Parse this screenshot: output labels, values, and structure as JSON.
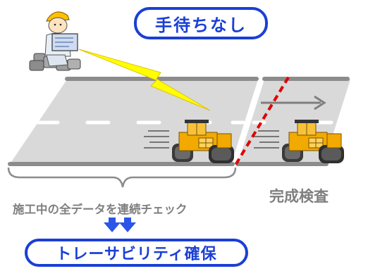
{
  "header": {
    "label": "手待ちなし"
  },
  "captions": {
    "continuous_check": "施工中の全データを連続チェック",
    "completion_inspection": "完成検査"
  },
  "result": {
    "label": "トレーサビリティ確保"
  },
  "icons": [
    "engineer-with-laptop-icon",
    "lightning-signal-icon",
    "road-roller-icon",
    "road-roller-icon",
    "progress-arrow-icon",
    "double-down-arrow-icon",
    "brace-icon"
  ],
  "colors": {
    "accent_blue": "#1a3fd6",
    "road_gray": "#d9d9d9",
    "edge_gray": "#8c8c8c",
    "signal_yellow": "#ffff00",
    "boundary_red": "#e00000",
    "roller_yellow": "#f2a900"
  }
}
